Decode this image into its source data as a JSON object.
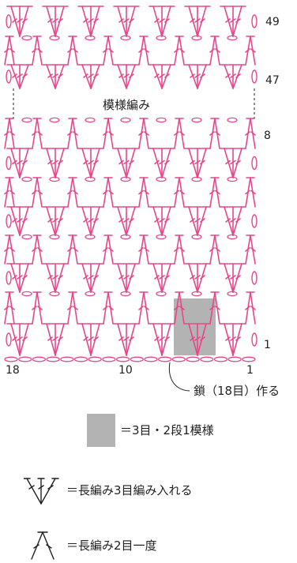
{
  "colors": {
    "stitch": "#e8468b",
    "repeat_box": "#b3b3b3",
    "text": "#231f20"
  },
  "diagram": {
    "section_label": "模様編み",
    "row_labels": [
      "49",
      "47",
      "8",
      "1"
    ],
    "stitch_labels": [
      "18",
      "10",
      "1"
    ],
    "chain_note": "鎖（18目）作る"
  },
  "legend": {
    "repeat": "＝3目・2段1模様",
    "dc3_in_one": "＝長編み3目編み入れる",
    "dc2tog": "＝長編み2目一度"
  }
}
